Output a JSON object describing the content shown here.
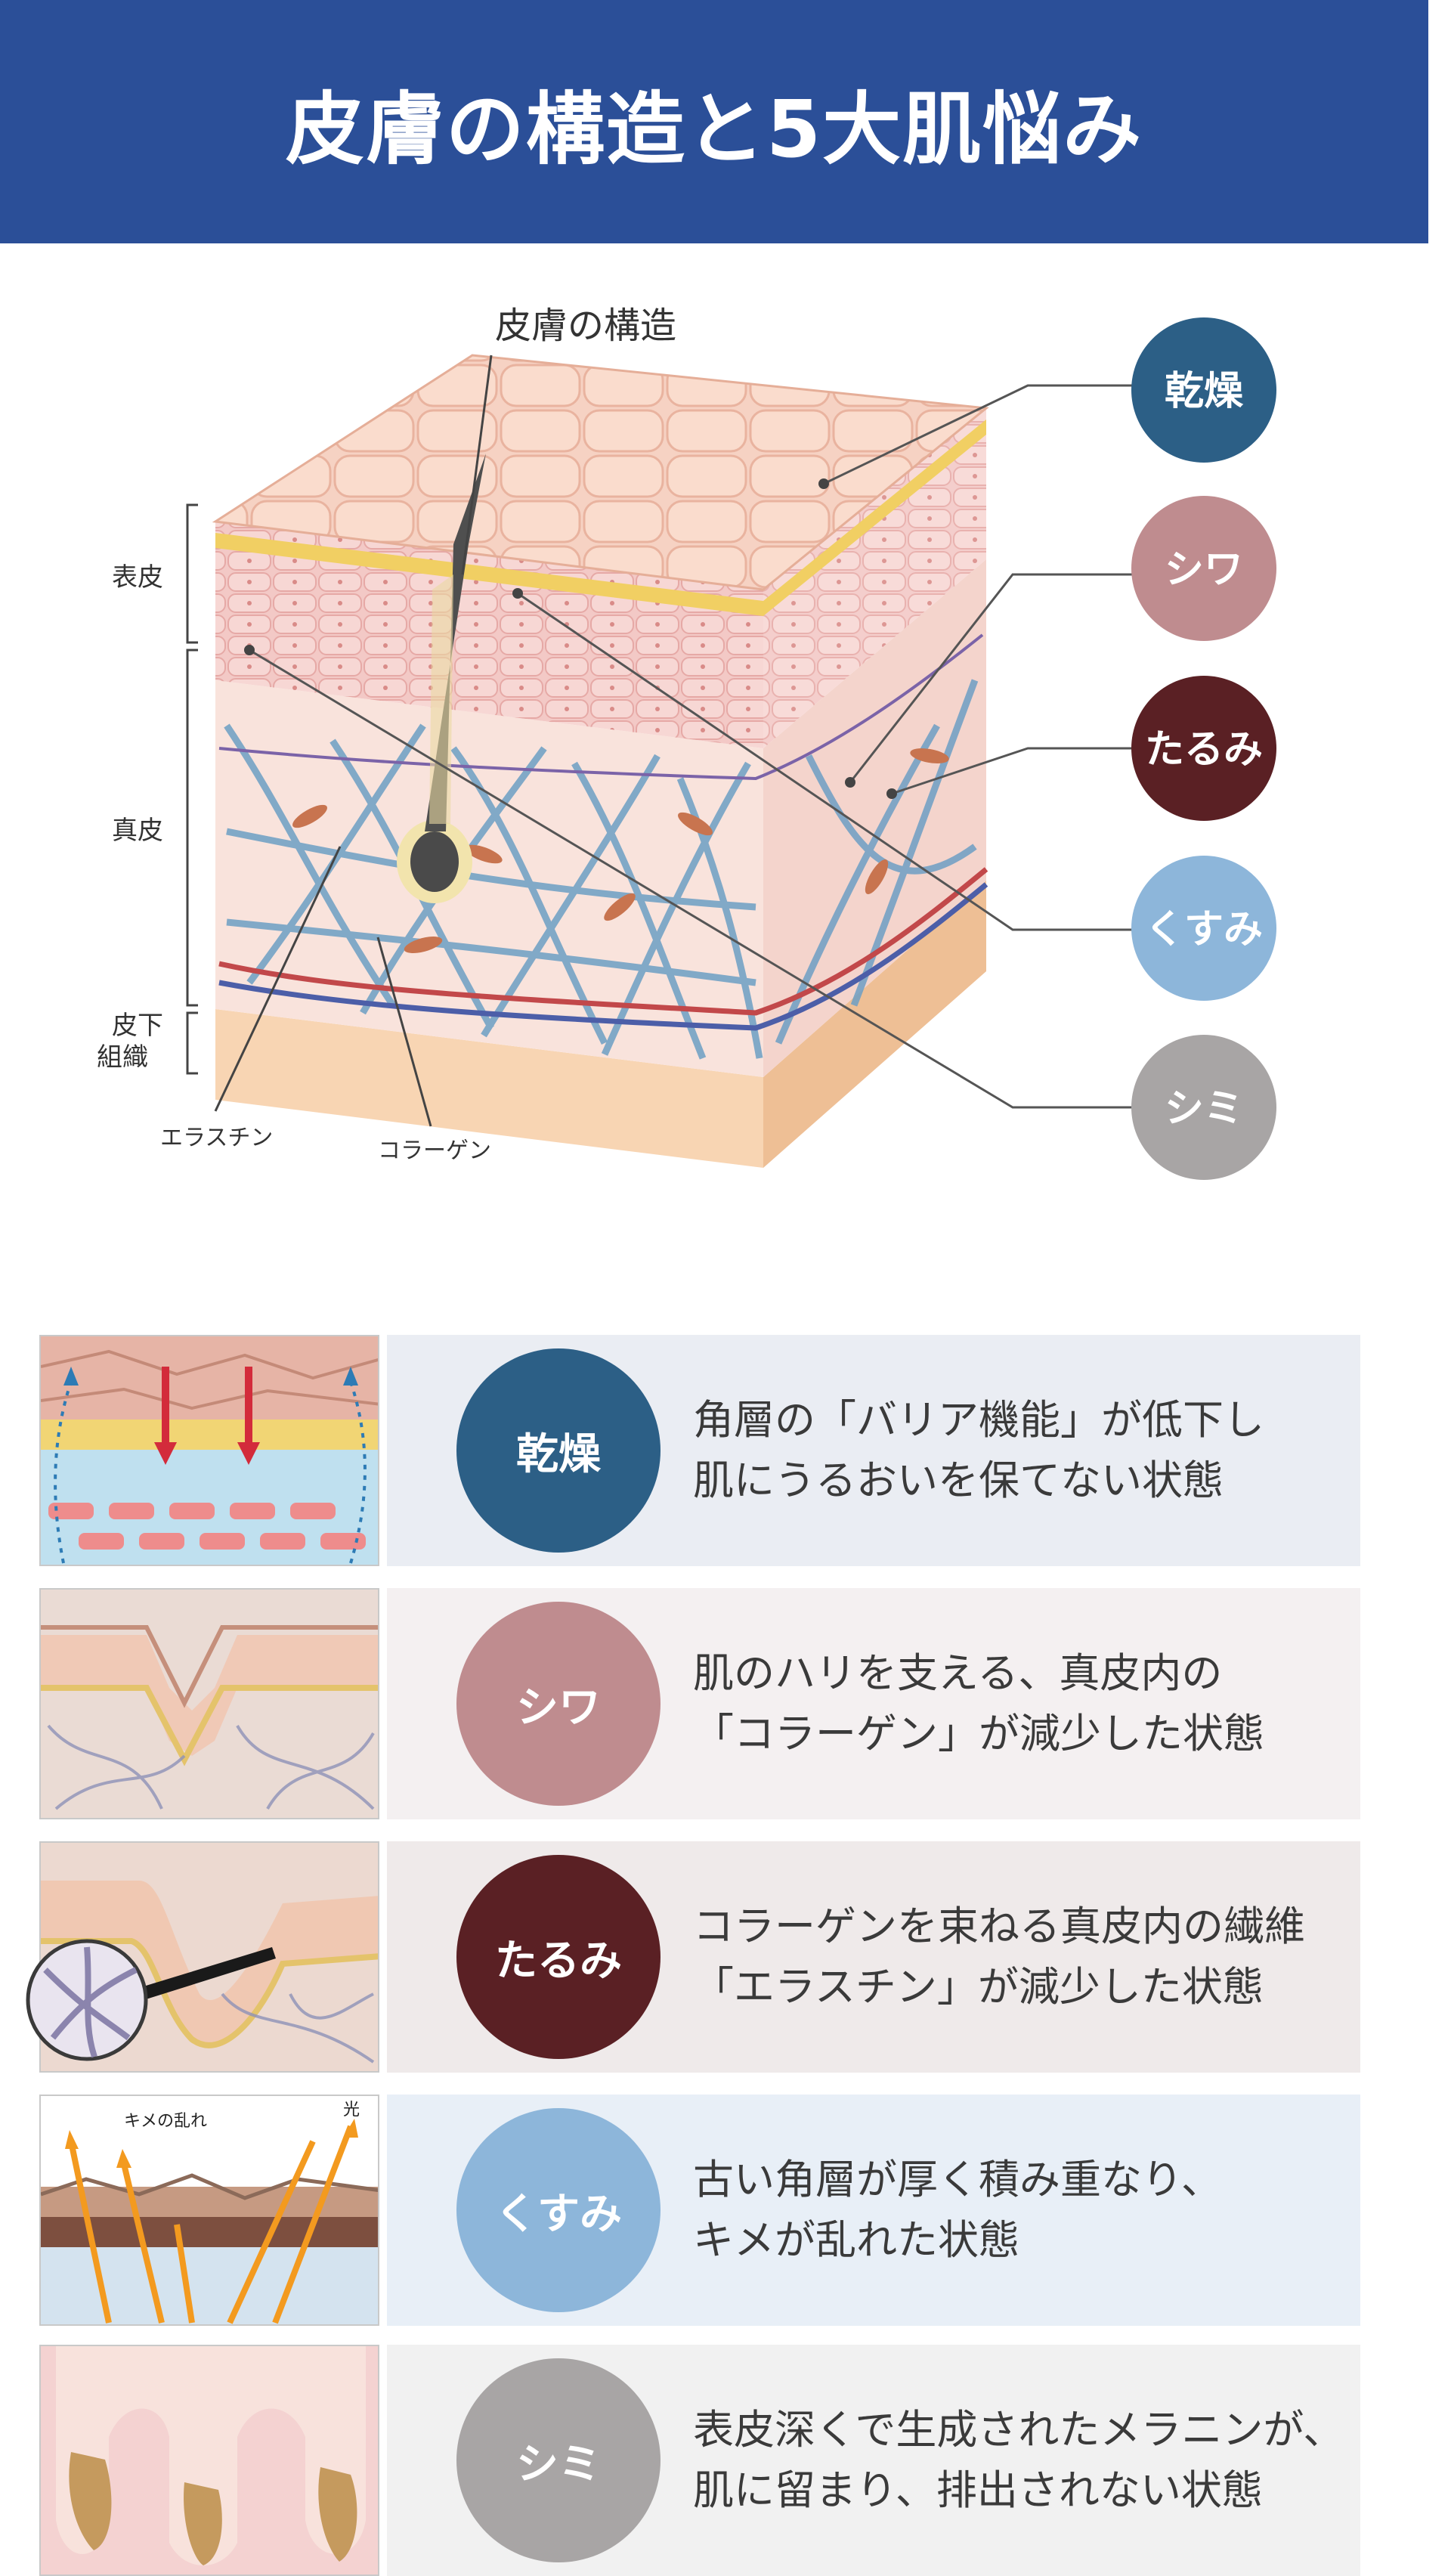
{
  "header": {
    "title": "皮膚の構造と5大肌悩み"
  },
  "diagram": {
    "title": "皮膚の構造",
    "layer_labels": {
      "epidermis": "表皮",
      "dermis": "真皮",
      "subcutis_line1": "皮下",
      "subcutis_line2": "組織"
    },
    "fiber_labels": {
      "elastin": "エラスチン",
      "collagen": "コラーゲン"
    },
    "concerns": [
      {
        "label": "乾燥",
        "color": "#2c5f86"
      },
      {
        "label": "シワ",
        "color": "#bf8c8f"
      },
      {
        "label": "たるみ",
        "color": "#5a2024"
      },
      {
        "label": "くすみ",
        "color": "#8db6da"
      },
      {
        "label": "シミ",
        "color": "#a8a5a5"
      }
    ]
  },
  "rows": [
    {
      "label": "乾燥",
      "color": "#2c5f86",
      "bg": "#eaedf3",
      "line1": "角層の「バリア機能」が低下し",
      "line2": "肌にうるおいを保てない状態"
    },
    {
      "label": "シワ",
      "color": "#bf8c8f",
      "bg": "#f4f0f1",
      "line1": "肌のハリを支える、真皮内の",
      "line2": "「コラーゲン」が減少した状態"
    },
    {
      "label": "たるみ",
      "color": "#5a2024",
      "bg": "#efeaea",
      "line1": "コラーゲンを束ねる真皮内の繊維",
      "line2": "「エラスチン」が減少した状態"
    },
    {
      "label": "くすみ",
      "color": "#8db6da",
      "bg": "#e8eff7",
      "line1": "古い角層が厚く積み重なり、",
      "line2": "キメが乱れた状態",
      "thumb_text_1": "キメの乱れ",
      "thumb_text_2": "光"
    },
    {
      "label": "シミ",
      "color": "#a8a5a5",
      "bg": "#f1f1f1",
      "line1": "表皮深くで生成されたメラニンが、",
      "line2": "肌に留まり、排出されない状態"
    }
  ]
}
